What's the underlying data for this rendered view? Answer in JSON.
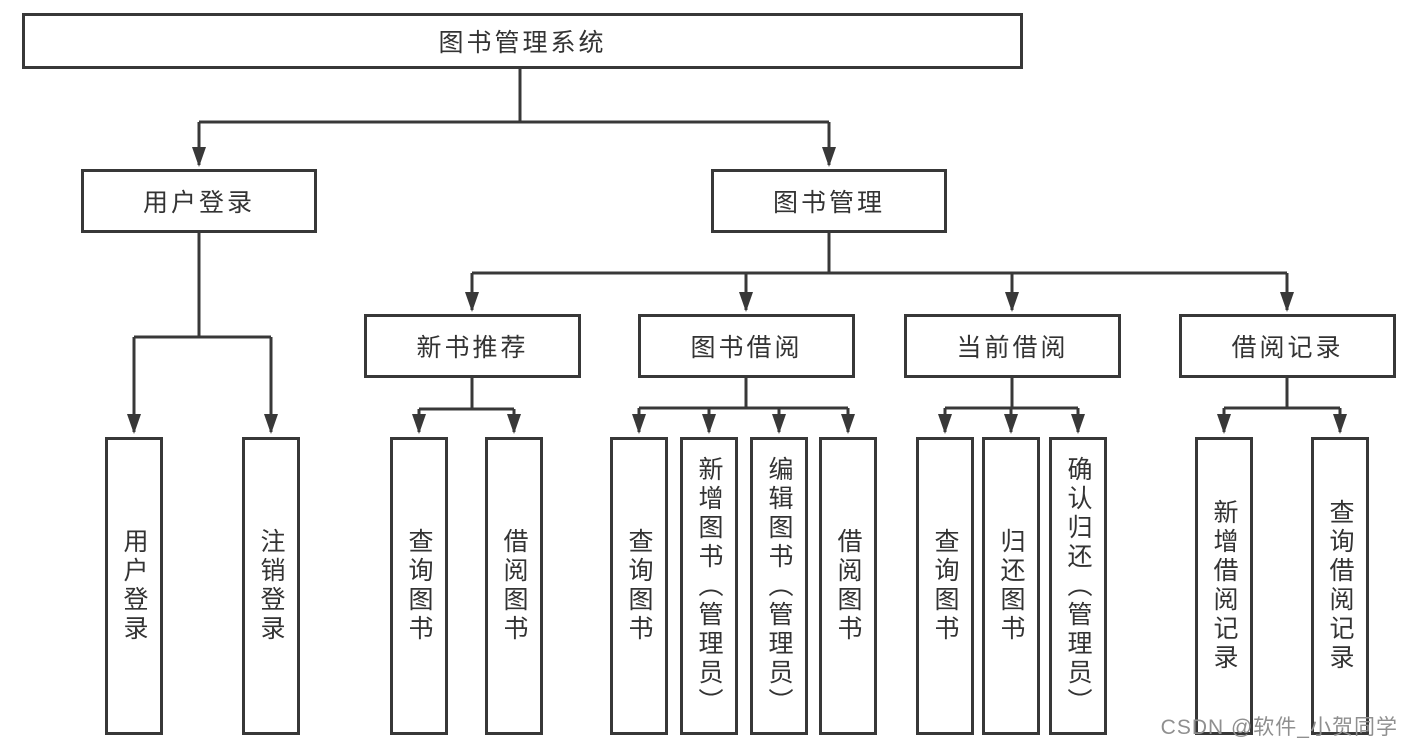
{
  "colors": {
    "line": "#383838",
    "text": "#333333",
    "box_background": "#ffffff",
    "page_background": "#ffffff",
    "watermark": "#8f8f8f"
  },
  "watermark": "CSDN @软件_小贺同学",
  "diagram": {
    "type": "tree",
    "root": {
      "label": "图书管理系统"
    },
    "branches": [
      {
        "label": "用户登录",
        "children": [
          {
            "label": "用户登录"
          },
          {
            "label": "注销登录"
          }
        ]
      },
      {
        "label": "图书管理",
        "children": [
          {
            "label": "新书推荐",
            "children": [
              {
                "label": "查询图书"
              },
              {
                "label": "借阅图书"
              }
            ]
          },
          {
            "label": "图书借阅",
            "children": [
              {
                "label": "查询图书"
              },
              {
                "label": "新增图书（管理员）"
              },
              {
                "label": "编辑图书（管理员）"
              },
              {
                "label": "借阅图书"
              }
            ]
          },
          {
            "label": "当前借阅",
            "children": [
              {
                "label": "查询图书"
              },
              {
                "label": "归还图书"
              },
              {
                "label": "确认归还（管理员）"
              }
            ]
          },
          {
            "label": "借阅记录",
            "children": [
              {
                "label": "新增借阅记录"
              },
              {
                "label": "查询借阅记录"
              }
            ]
          }
        ]
      }
    ]
  }
}
